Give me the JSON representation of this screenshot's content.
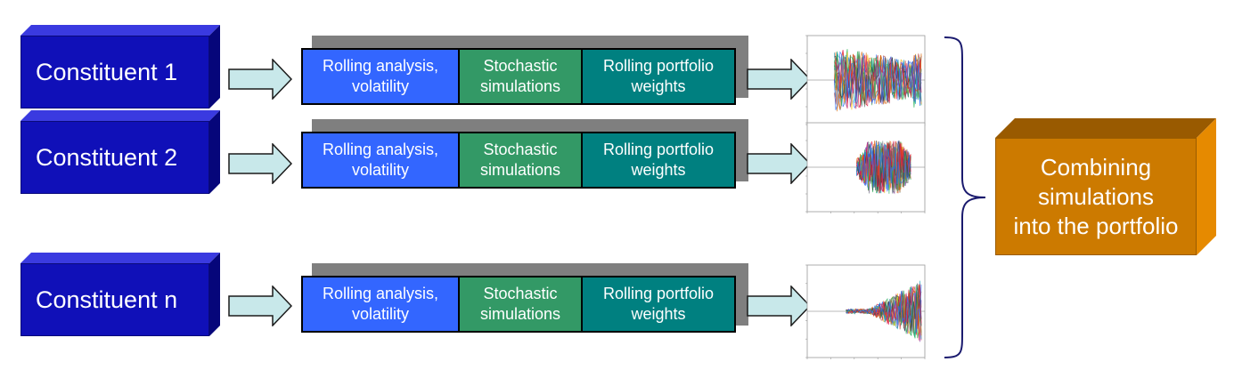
{
  "rows": [
    {
      "constituent": "Constituent 1",
      "steps": [
        {
          "line1": "Rolling analysis,",
          "line2": "volatility"
        },
        {
          "line1": "Stochastic",
          "line2": "simulations"
        },
        {
          "line1": "Rolling portfolio",
          "line2": "weights"
        }
      ]
    },
    {
      "constituent": "Constituent 2",
      "steps": [
        {
          "line1": "Rolling analysis,",
          "line2": "volatility"
        },
        {
          "line1": "Stochastic",
          "line2": "simulations"
        },
        {
          "line1": "Rolling portfolio",
          "line2": "weights"
        }
      ]
    },
    {
      "constituent": "Constituent n",
      "steps": [
        {
          "line1": "Rolling analysis,",
          "line2": "volatility"
        },
        {
          "line1": "Stochastic",
          "line2": "simulations"
        },
        {
          "line1": "Rolling portfolio",
          "line2": "weights"
        }
      ]
    }
  ],
  "combine": {
    "line1": "Combining",
    "line2": "simulations",
    "line3": "into the portfolio"
  },
  "colors": {
    "constituent": "#1010b8",
    "rolling_analysis": "#3366ff",
    "stochastic": "#339966",
    "weights": "#008080",
    "arrow_fill": "#c8e8ea",
    "brace": "#1a1a6e",
    "combine": "#cc7a00"
  }
}
